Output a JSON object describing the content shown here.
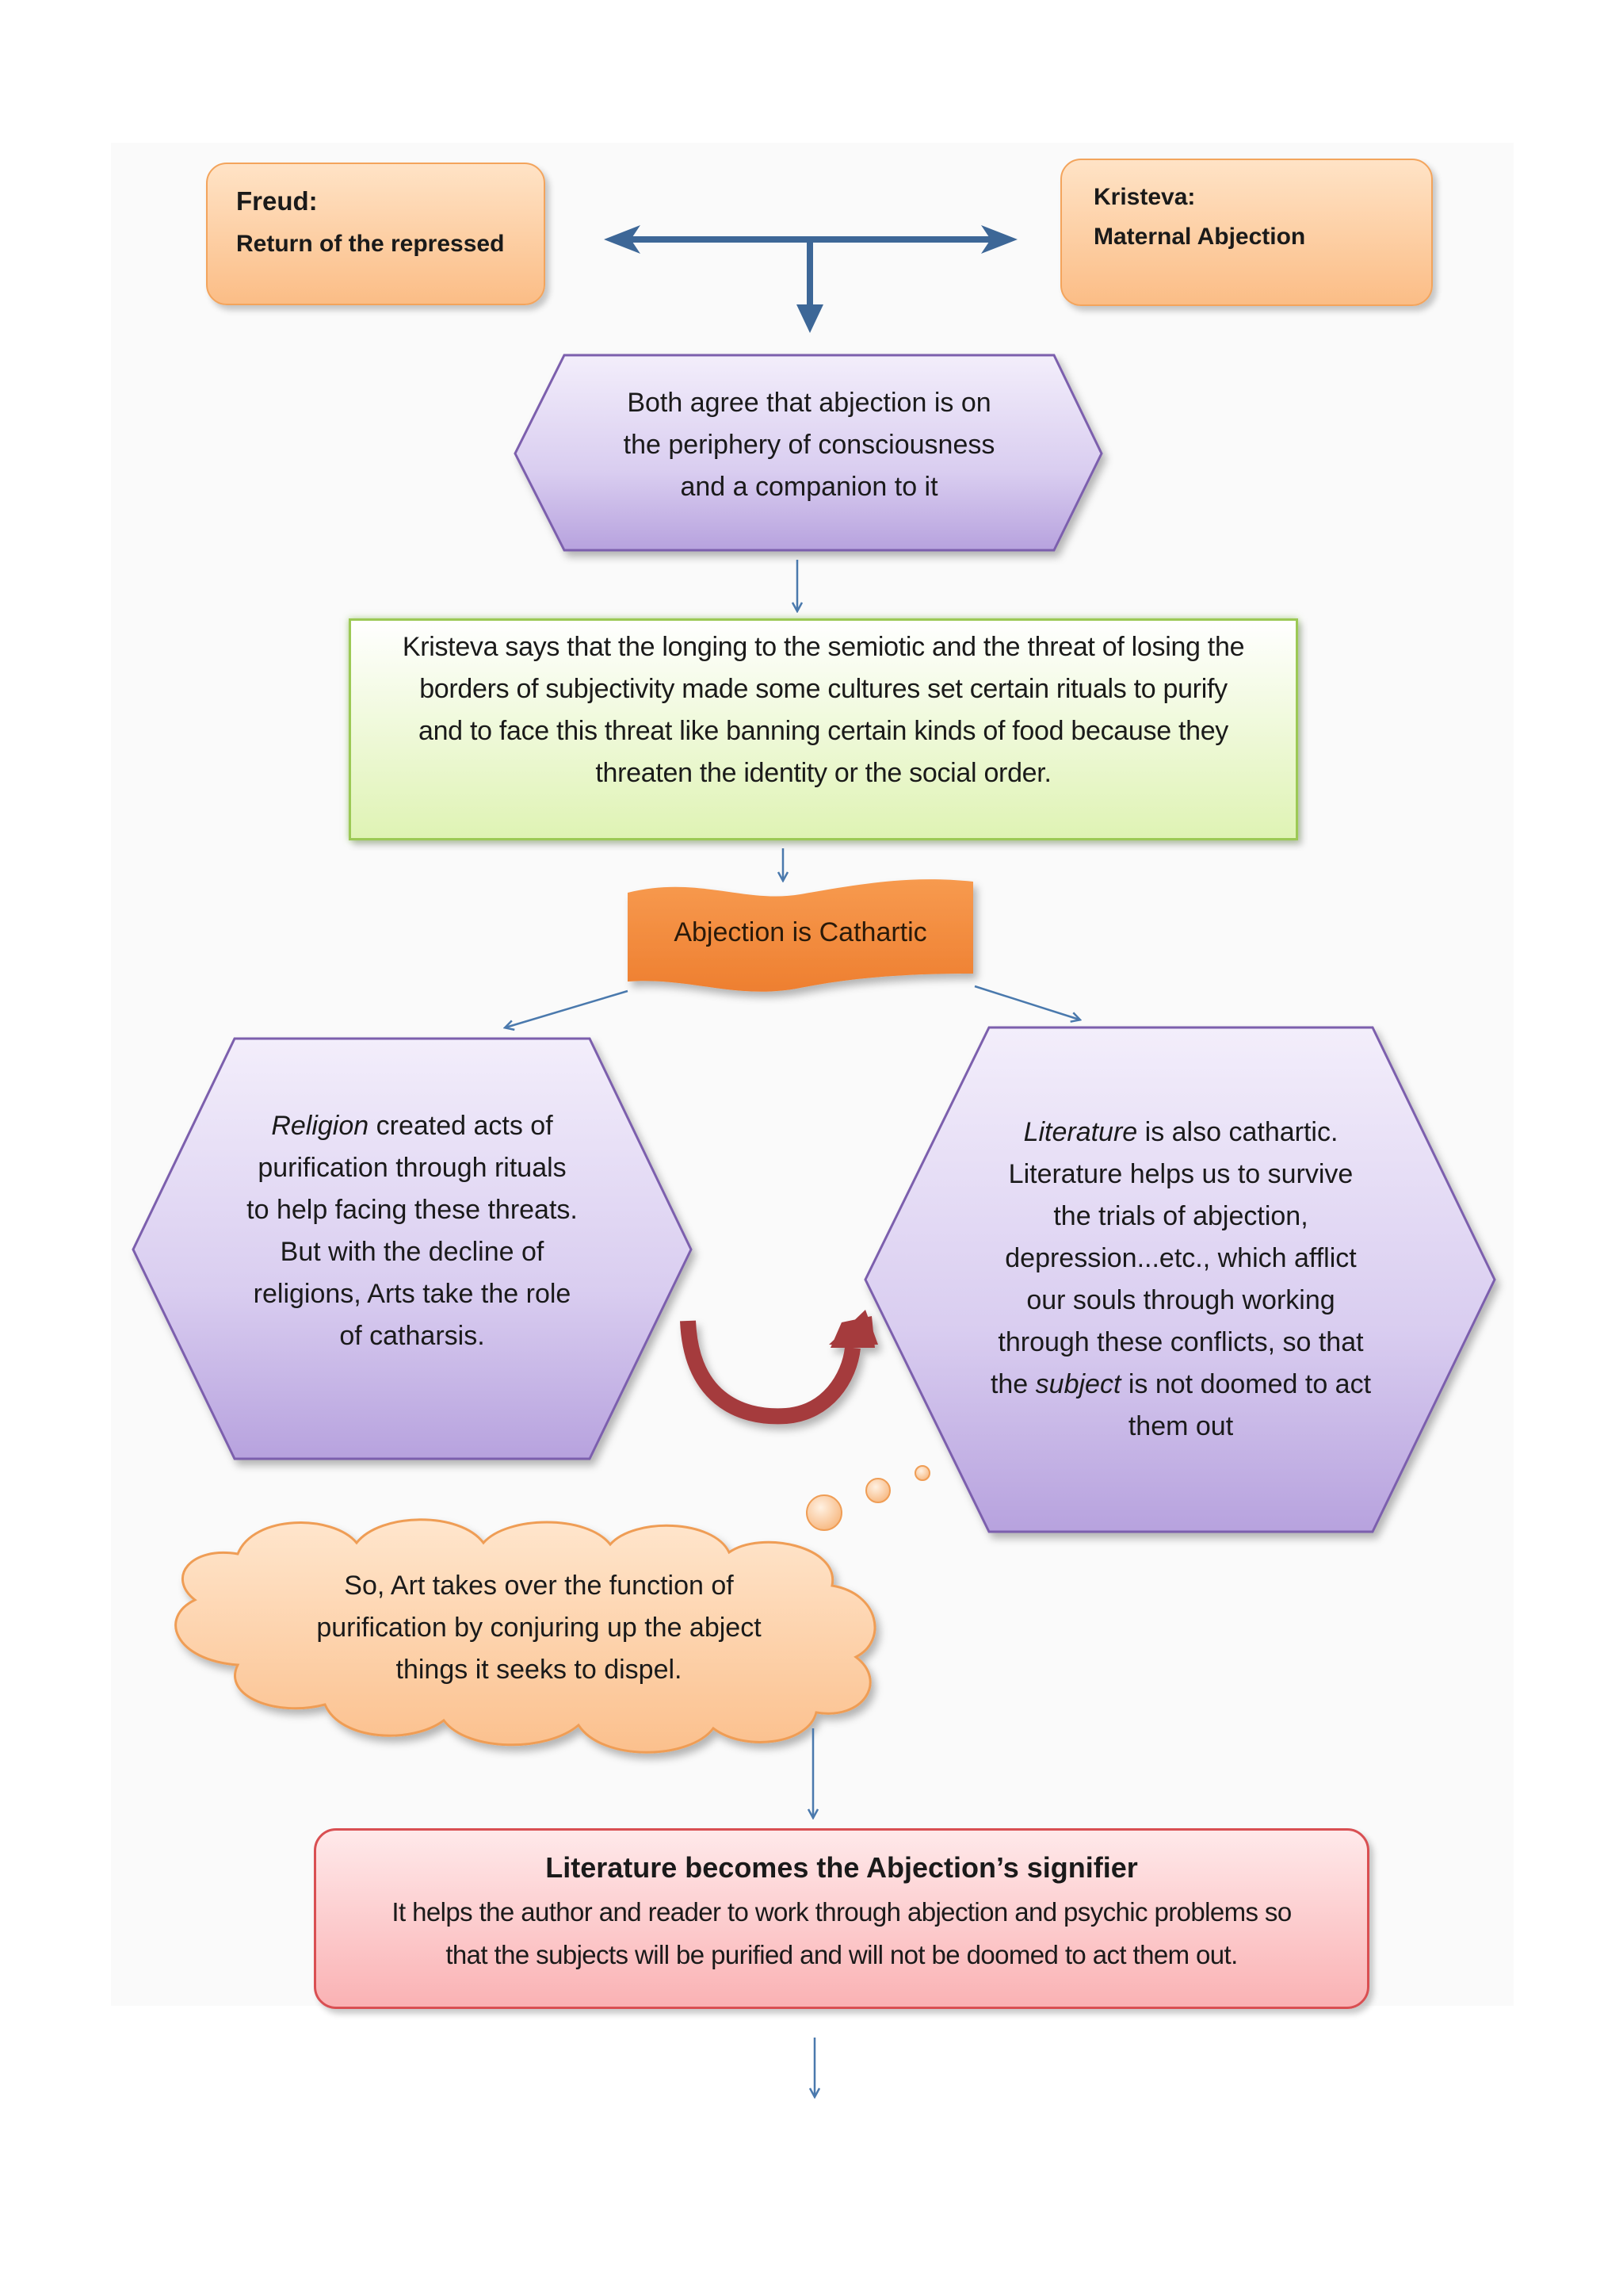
{
  "freud": {
    "title": "Freud:",
    "subtitle": "Return of the repressed"
  },
  "kristeva": {
    "title": "Kristeva:",
    "subtitle": "Maternal Abjection"
  },
  "agreement": {
    "lines": [
      "Both agree that abjection is on",
      "the periphery of consciousness",
      "and a companion to it"
    ]
  },
  "rituals": {
    "lines": [
      "Kristeva says that the longing to the semiotic and the threat of losing the",
      "borders of subjectivity made some cultures set certain rituals to purify",
      "and to face this threat like banning certain kinds of food because they",
      "threaten the identity or the social order."
    ]
  },
  "banner": {
    "label": "Abjection is Cathartic"
  },
  "religion": {
    "lines": [
      {
        "em": "Religion",
        "rest": " created acts of"
      },
      {
        "em": "",
        "rest": "purification through rituals"
      },
      {
        "em": "",
        "rest": "to help facing these threats."
      },
      {
        "em": "",
        "rest": "But with the decline of"
      },
      {
        "em": "",
        "rest": "religions, Arts take the role"
      },
      {
        "em": "",
        "rest": "of catharsis."
      }
    ]
  },
  "literature": {
    "lines": [
      {
        "pre": "",
        "em": "Literature",
        "post": " is also cathartic."
      },
      {
        "pre": "Literature helps us to survive",
        "em": "",
        "post": ""
      },
      {
        "pre": "the trials of abjection,",
        "em": "",
        "post": ""
      },
      {
        "pre": "depression...etc., which afflict",
        "em": "",
        "post": ""
      },
      {
        "pre": "our souls through working",
        "em": "",
        "post": ""
      },
      {
        "pre": "through these conflicts, so that",
        "em": "",
        "post": ""
      },
      {
        "pre": "the ",
        "em": "subject",
        "post": " is not doomed to act"
      },
      {
        "pre": "them out",
        "em": "",
        "post": ""
      }
    ]
  },
  "cloud": {
    "lines": [
      "So, Art takes over the function of",
      "purification by conjuring up the abject",
      "things it seeks to dispel."
    ]
  },
  "conclusion": {
    "title": "Literature becomes the Abjection’s signifier",
    "lines": [
      "It helps the author and reader to work through abjection and psychic problems so",
      "that the subjects will be purified and will not be doomed to act them out."
    ]
  },
  "colors": {
    "arrow": "#4a79ad",
    "main_arrow": "#3d6797",
    "curved_arrow": "#a53b3e",
    "hexagon_fill_top": "#f1ecfa",
    "hexagon_fill_bottom": "#b9a5df",
    "hexagon_stroke": "#7c5fad",
    "banner": "#f38a3c"
  }
}
